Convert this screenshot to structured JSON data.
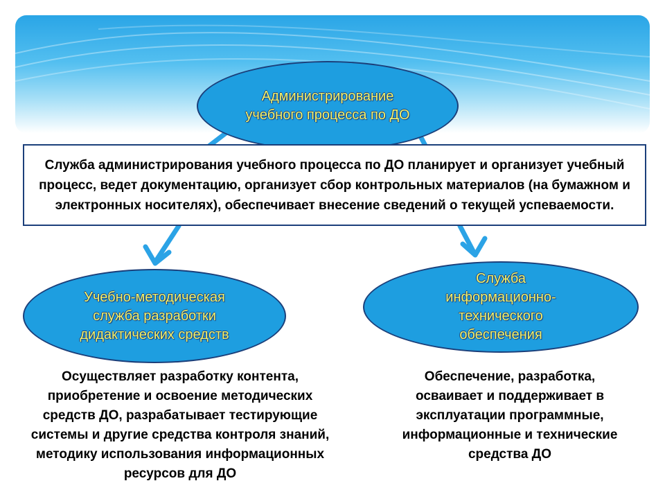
{
  "colors": {
    "ellipse_fill": "#1e9ee0",
    "ellipse_border": "#1b3f7a",
    "ellipse_text": "#f3f36a",
    "arrow": "#2ba3e6",
    "box_border": "#1b3f7a",
    "banner": "#2aa5e6"
  },
  "diagram": {
    "top_node": {
      "label": "Администрирование учебного процесса по ДО"
    },
    "description": "Служба администрирования учебного процесса по ДО планирует и организует учебный процесс, ведет документацию, организует сбор контрольных материалов (на бумажном и электронных носителях), обеспечивает внесение сведений о текущей успеваемости.",
    "left_node": {
      "label": "Учебно-методическая служба разработки дидактических средств",
      "text": "Осуществляет разработку контента, приобретение и освоение методических средств ДО, разрабатывает тестирующие системы и другие средства контроля знаний, методику использования информационных ресурсов для ДО"
    },
    "right_node": {
      "label": "Служба информационно-технического обеспечения",
      "text": "Обеспечение, разработка, осваивает и поддерживает в эксплуатации программные, информационные и технические средства ДО"
    }
  }
}
